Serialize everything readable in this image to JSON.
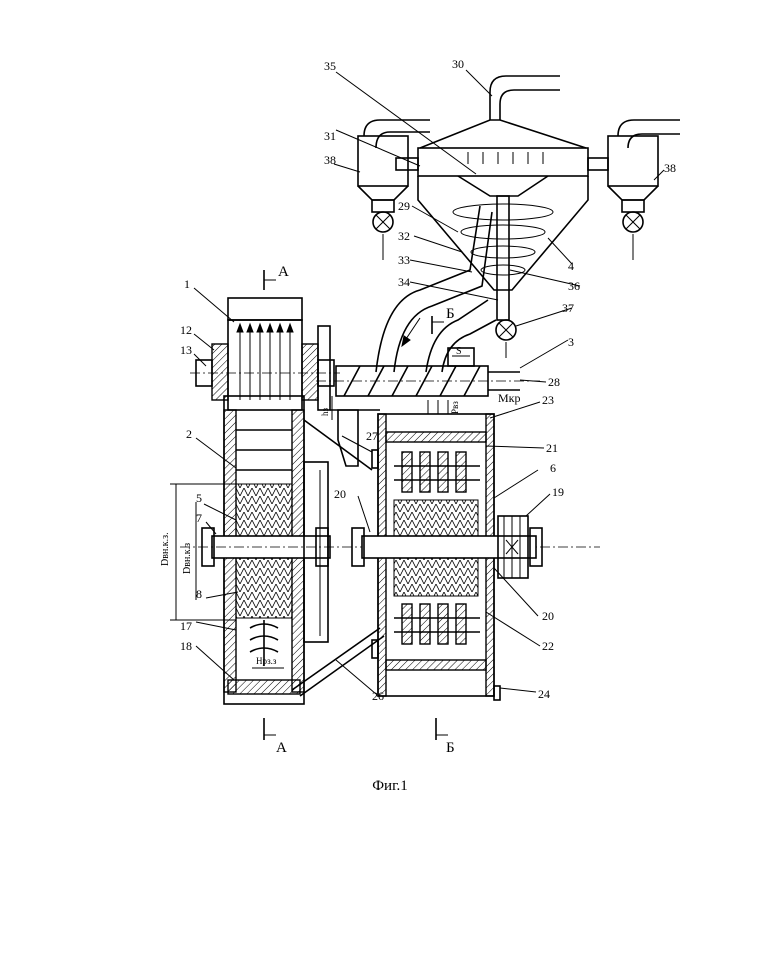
{
  "figure": {
    "caption": "Фиг.1"
  },
  "section_marks": {
    "a_top": "А",
    "a_bottom": "А",
    "b_top": "Б",
    "b_bottom": "Б"
  },
  "callouts": {
    "n1": "1",
    "n2": "2",
    "n3": "3",
    "n4": "4",
    "n5": "5",
    "n6": "6",
    "n7": "7",
    "n8": "8",
    "n12": "12",
    "n13": "13",
    "n17": "17",
    "n18": "18",
    "n19": "19",
    "n20a": "20",
    "n20b": "20",
    "n21": "21",
    "n22": "22",
    "n23": "23",
    "n24": "24",
    "n26": "26",
    "n27": "27",
    "n28": "28",
    "n29": "29",
    "n30": "30",
    "n31": "31",
    "n32": "32",
    "n33": "33",
    "n34": "34",
    "n35": "35",
    "n36": "36",
    "n37": "37",
    "n38a": "38",
    "n38b": "38"
  },
  "dimension_labels": {
    "d_outer": "Dвн.к.з.",
    "d_inner": "Dвн.к.з",
    "h_lower": "Нрз.з",
    "h_screw": "hз",
    "s_gap": "S",
    "rho": "Pвз",
    "torque": "Мкр"
  }
}
